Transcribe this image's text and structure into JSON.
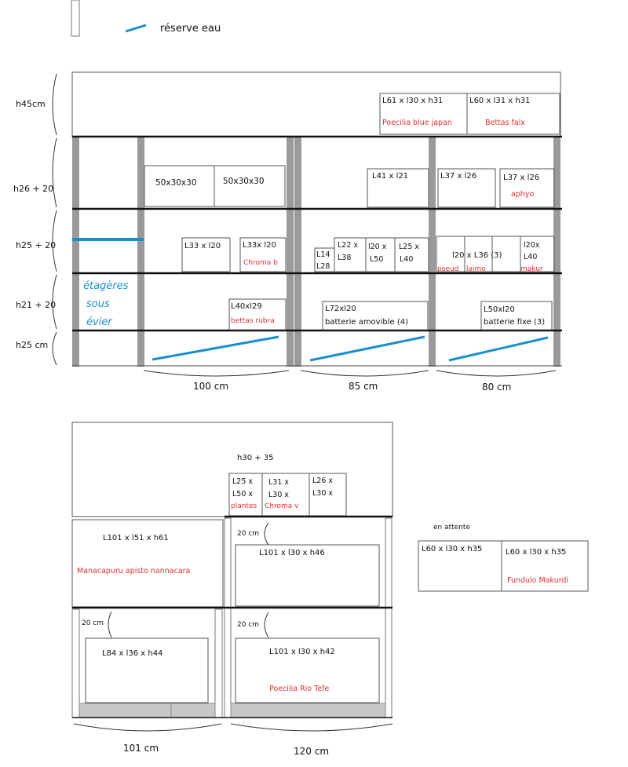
{
  "colors": {
    "water": "#1a8fd0",
    "species": "#e03030",
    "ink": "#111111",
    "post": "#9a9a9a",
    "base": "#c8c8c8"
  },
  "legend": {
    "label": "réserve eau"
  },
  "top": {
    "rows": [
      "h45cm",
      "h26 + 20",
      "h25 + 20",
      "h21 + 20",
      "h25 cm"
    ],
    "widths": [
      "100 cm",
      "85 cm",
      "80 cm"
    ],
    "etageres": [
      "étagères",
      "sous",
      "évier"
    ],
    "tanks": {
      "t61": {
        "dims": "L61 x l30 x h31",
        "species": "Poecilia blue japan"
      },
      "t60": {
        "dims": "L60 x l31 x h31",
        "species": "Bettas falx"
      },
      "t50a": {
        "dims": "50x30x30"
      },
      "t50b": {
        "dims": "50x30x30"
      },
      "t41": {
        "dims": "L41 x l21"
      },
      "t37a": {
        "dims": "L37 x l26"
      },
      "t37b": {
        "dims": "L37 x l26",
        "species": "aphyo"
      },
      "t33a": {
        "dims": "L33 x l20"
      },
      "t33b": {
        "dims": "L33x l20",
        "species": "Chroma b"
      },
      "t14": {
        "l1": "L14",
        "l2": "L28"
      },
      "t22": {
        "l1": "L22 x",
        "l2": "L38"
      },
      "t20a": {
        "l1": "l20 x",
        "l2": "L50"
      },
      "t25": {
        "l1": "L25 x",
        "l2": "L40"
      },
      "t20row": {
        "l1": "l20 x L36 (3)"
      },
      "t20sp": [
        "pseud",
        "laimo"
      ],
      "t20c": {
        "l1": "l20x",
        "l2": "L40",
        "species": "makur"
      },
      "t40": {
        "dims": "L40xl29",
        "species": "bettas rubra"
      },
      "t72": {
        "dims": "L72xl20",
        "note": "batterie amovible (4)"
      },
      "t50c": {
        "dims": "L50xl20",
        "note": "batterie fixe (3)"
      }
    }
  },
  "bottom": {
    "top_height": "h30 + 35",
    "widths": [
      "101 cm",
      "120 cm"
    ],
    "small": {
      "a": {
        "l1": "L25 x",
        "l2": "L50 x",
        "species": "plantes"
      },
      "b": {
        "l1": "L31 x",
        "l2": "L30 x",
        "species": "Chroma v"
      },
      "c": {
        "l1": "L26 x",
        "l2": "L30 x"
      }
    },
    "t101a": {
      "dims": "L101 x l51 x h61",
      "species": "Manacapuru  apisto  nannacara"
    },
    "t101b": {
      "dims": "L101 x l30 x h46",
      "gap": "20 cm"
    },
    "t84": {
      "dims": "L84 x l36 x h44",
      "gap": "20 cm"
    },
    "t101c": {
      "dims": "L101 x l30 x h42",
      "species": "Poecilia Rio Tefe",
      "gap": "20 cm"
    }
  },
  "waiting": {
    "label": "en attente",
    "t60a": {
      "dims": "L60 x l30 x h35"
    },
    "t60b": {
      "dims": "L60 x l30 x h35",
      "species": "Fundulo Makurdi"
    }
  }
}
